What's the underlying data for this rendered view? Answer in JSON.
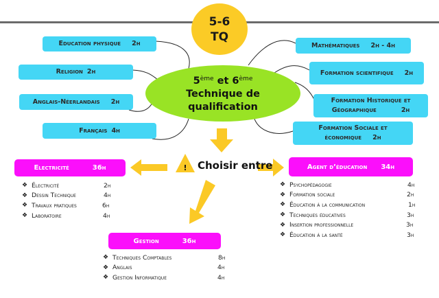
{
  "badge": {
    "line1": "5-6",
    "line2": "TQ"
  },
  "center": {
    "line1_a": "5",
    "line1_a_sup": "ème",
    "line1_b": " et 6",
    "line1_b_sup": "ème",
    "line2": "Technique de",
    "line3": "qualification"
  },
  "common_subjects": {
    "left": [
      {
        "label": "Education physique",
        "hours": "2h"
      },
      {
        "label": "Religion",
        "hours": "2h"
      },
      {
        "label": "Anglais-Néerlandais",
        "hours": "2h"
      },
      {
        "label": "Français",
        "hours": "4h"
      }
    ],
    "right": [
      {
        "label": "Mathématiques",
        "hours": "2h - 4h"
      },
      {
        "label": "Formation scientifique",
        "hours": "2h"
      },
      {
        "label": "Formation Historique et",
        "label2": "Géographique",
        "hours": "2h"
      },
      {
        "label": "Formation Sociale et",
        "label2": "économique",
        "hours": "2h"
      }
    ]
  },
  "choose": {
    "label": "Choisir entre",
    "warning_glyph": "!"
  },
  "options": {
    "electricite": {
      "title": "Electricité",
      "hours": "36h",
      "items": [
        {
          "label": "Électricité",
          "hours": "2h"
        },
        {
          "label": "Dessin Technique",
          "hours": "4h"
        },
        {
          "label": "Travaux pratiques",
          "hours": "6h"
        },
        {
          "label": "Laboratoire",
          "hours": "4h"
        }
      ]
    },
    "gestion": {
      "title": "Gestion",
      "hours": "36h",
      "items": [
        {
          "label": "Techniques Comptables",
          "hours": "8h"
        },
        {
          "label": "Anglais",
          "hours": "4h"
        },
        {
          "label": "Gestion Informatique",
          "hours": "4h"
        }
      ]
    },
    "agent": {
      "title": "Agent d’éducation",
      "hours": "34h",
      "items": [
        {
          "label": "Psychopédagogie",
          "hours": "4h"
        },
        {
          "label": "Formation sociale",
          "hours": "2h"
        },
        {
          "label": "Éducation à la communication",
          "hours": "1h"
        },
        {
          "label": "Techniques éducatives",
          "hours": "3h"
        },
        {
          "label": "Insertion professionnelle",
          "hours": "3h"
        },
        {
          "label": "Éducation à la santé",
          "hours": "3h"
        }
      ]
    }
  },
  "bullet_glyph": "❖",
  "colors": {
    "subject": "#44d6f5",
    "option": "#fb0ffb",
    "center": "#99e325",
    "badge": "#fbcb26",
    "arrow": "#fbc926"
  }
}
